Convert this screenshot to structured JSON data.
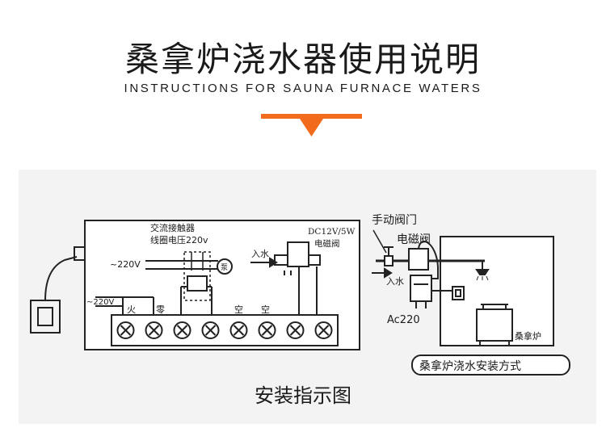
{
  "header": {
    "title": "桑拿炉浇水器使用说明",
    "subtitle": "INSTRUCTIONS FOR SAUNA FURNACE WATERS",
    "accent_color": "#f26b1d"
  },
  "wiring": {
    "contactor_label_1": "交流接触器",
    "contactor_label_2": "线圈电压220v",
    "valve_label_1": "DC12V/5W",
    "valve_label_2": "电磁阀",
    "supply_label_1": "~220V",
    "supply_label_2": "~220V",
    "pump_label": "泵",
    "water_in_label": "入水",
    "terminal_labels": [
      "火",
      "零",
      "空",
      "空"
    ],
    "terminal_count": 8
  },
  "installation": {
    "manual_valve_label": "手动阀门",
    "solenoid_label": "电磁阀",
    "water_in_label": "入水",
    "power_label": "Ac220",
    "furnace_label": "桑拿炉",
    "method_label": "桑拿炉浇水安装方式"
  },
  "footer": {
    "caption": "安装指示图"
  }
}
